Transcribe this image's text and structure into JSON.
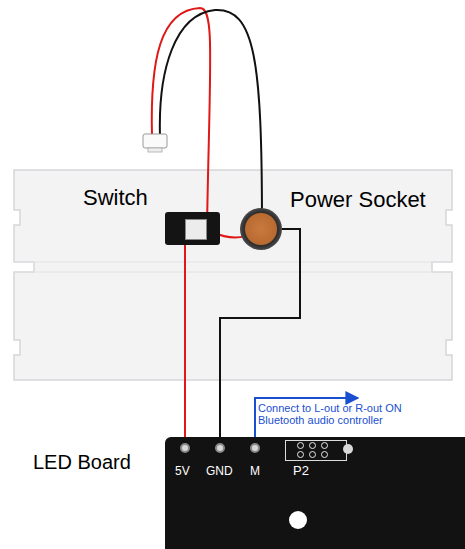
{
  "diagram": {
    "nodes": [
      {
        "text": [
          "Switch"
        ]
      },
      {
        "text": [
          "Power Socket"
        ]
      },
      {
        "text": [
          "LED Board",
          "5V",
          "GND",
          "M",
          "P2"
        ]
      }
    ],
    "edges": [
      {
        "from": 0,
        "to": 2,
        "arrow": "none"
      },
      {
        "from": 1,
        "to": 2,
        "arrow": "none"
      }
    ],
    "labels": [
      "Connect to L-out or R-out ON Bluetooth audio controller"
    ]
  }
}
